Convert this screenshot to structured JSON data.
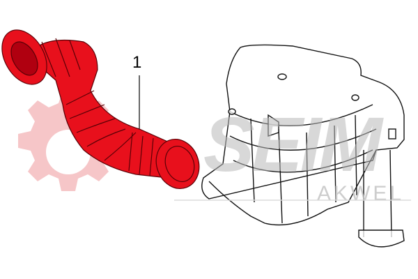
{
  "diagram": {
    "callouts": [
      {
        "label": "1",
        "part": "hose"
      }
    ],
    "watermark": {
      "brand": "SEIM",
      "sub_brand": "AKWEL"
    },
    "colors": {
      "hose": "#e8101c",
      "hose_outline": "#5a0006",
      "watermark_gear": "#f6c6c8",
      "watermark_text": "#d4d4d4",
      "line": "#111111"
    }
  }
}
